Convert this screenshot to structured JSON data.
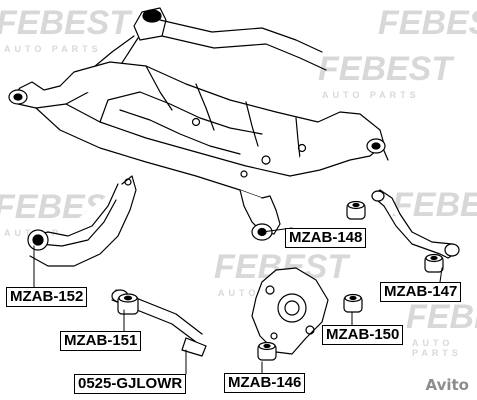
{
  "watermark": {
    "brand": "FEBEST",
    "tagline": "AUTO PARTS"
  },
  "parts": {
    "mzab148": "MZAB-148",
    "mzab147": "MZAB-147",
    "mzab152": "MZAB-152",
    "mzab151": "MZAB-151",
    "mzab150": "MZAB-150",
    "mzab146": "MZAB-146",
    "gjlowr": "0525-GJLOWR"
  },
  "footer": {
    "site": "Avito"
  },
  "colors": {
    "line": "#000000",
    "watermark": "#d8d8d8",
    "background": "#ffffff"
  }
}
